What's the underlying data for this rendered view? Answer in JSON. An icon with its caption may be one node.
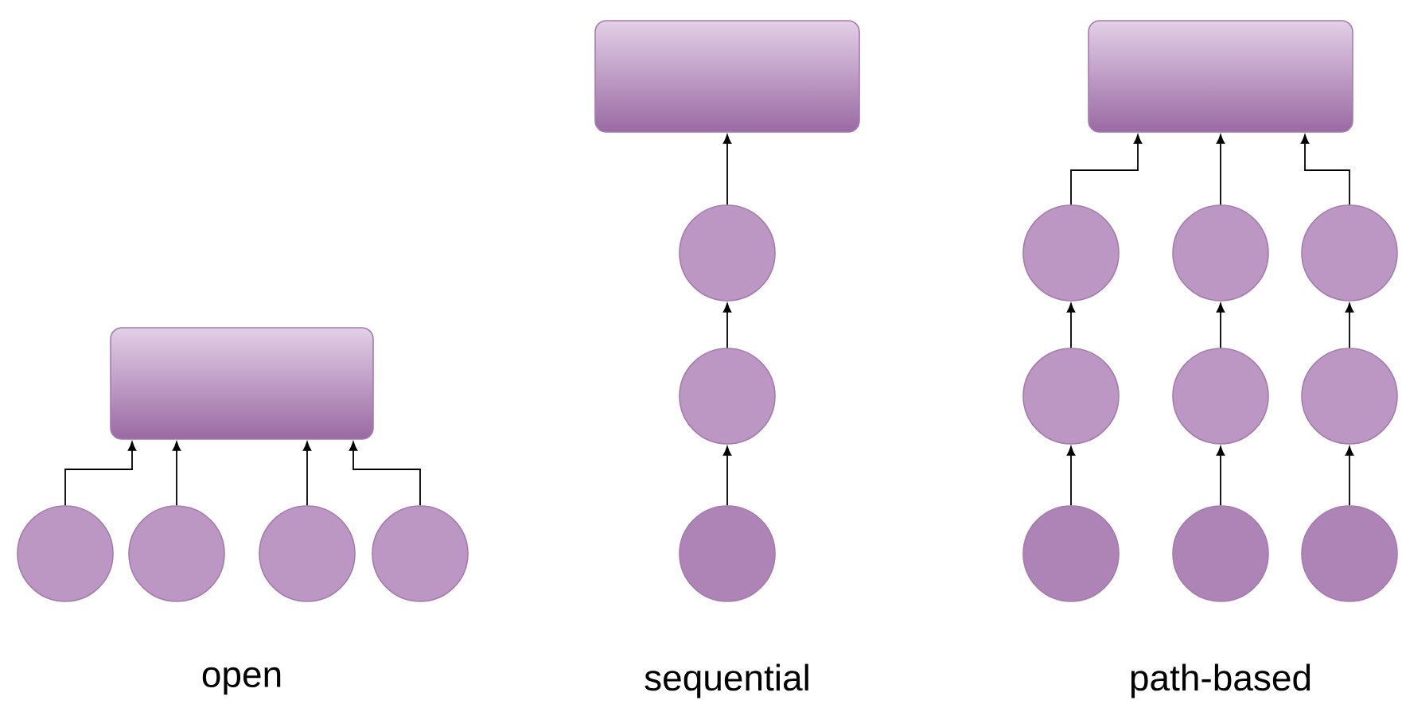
{
  "diagram": {
    "nodes": [
      {
        "text": [],
        "shape": "box"
      },
      {
        "text": [],
        "shape": "circle"
      },
      {
        "text": [],
        "shape": "circle"
      },
      {
        "text": [],
        "shape": "circle"
      },
      {
        "text": [],
        "shape": "circle"
      },
      {
        "text": [],
        "shape": "box"
      },
      {
        "text": [],
        "shape": "circle"
      },
      {
        "text": [],
        "shape": "circle"
      },
      {
        "text": [],
        "shape": "circle"
      },
      {
        "text": [],
        "shape": "box"
      },
      {
        "text": [],
        "shape": "circle"
      },
      {
        "text": [],
        "shape": "circle"
      },
      {
        "text": [],
        "shape": "circle"
      },
      {
        "text": [],
        "shape": "circle"
      },
      {
        "text": [],
        "shape": "circle"
      },
      {
        "text": [],
        "shape": "circle"
      },
      {
        "text": [],
        "shape": "circle"
      },
      {
        "text": [],
        "shape": "circle"
      },
      {
        "text": [],
        "shape": "circle"
      }
    ],
    "edges": [
      {
        "from": 1,
        "to": 0,
        "arrow": "to"
      },
      {
        "from": 2,
        "to": 0,
        "arrow": "to"
      },
      {
        "from": 3,
        "to": 0,
        "arrow": "to"
      },
      {
        "from": 4,
        "to": 0,
        "arrow": "to"
      },
      {
        "from": 8,
        "to": 7,
        "arrow": "to"
      },
      {
        "from": 7,
        "to": 6,
        "arrow": "to"
      },
      {
        "from": 6,
        "to": 5,
        "arrow": "to"
      },
      {
        "from": 16,
        "to": 13,
        "arrow": "to"
      },
      {
        "from": 13,
        "to": 10,
        "arrow": "to"
      },
      {
        "from": 10,
        "to": 9,
        "arrow": "to"
      },
      {
        "from": 17,
        "to": 14,
        "arrow": "to"
      },
      {
        "from": 14,
        "to": 11,
        "arrow": "to"
      },
      {
        "from": 11,
        "to": 9,
        "arrow": "to"
      },
      {
        "from": 18,
        "to": 15,
        "arrow": "to"
      },
      {
        "from": 15,
        "to": 12,
        "arrow": "to"
      },
      {
        "from": 12,
        "to": 9,
        "arrow": "to"
      }
    ],
    "labels": [
      "open",
      "sequential",
      "path-based"
    ]
  }
}
